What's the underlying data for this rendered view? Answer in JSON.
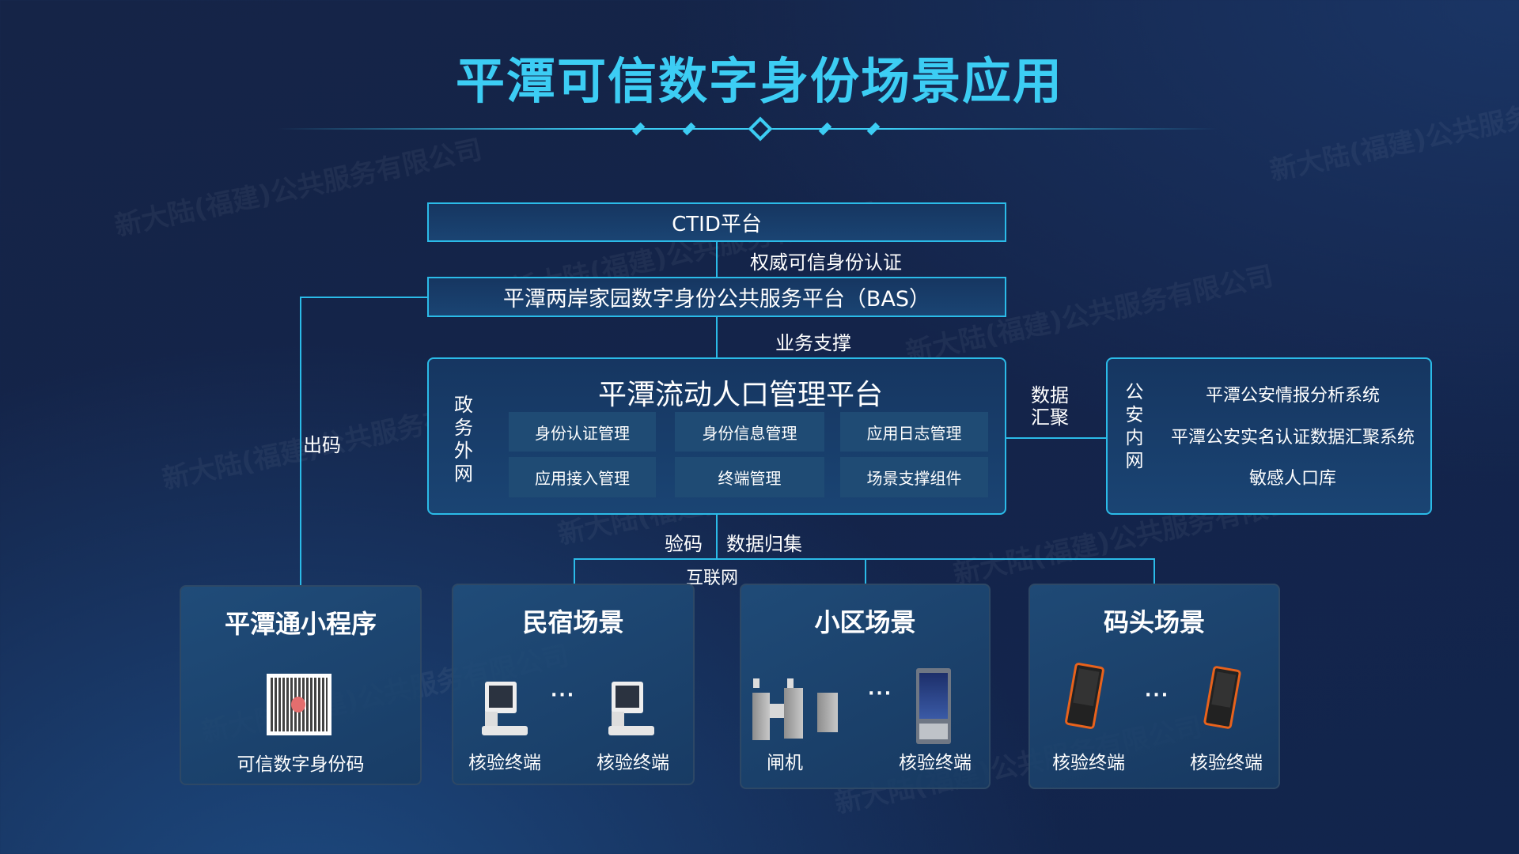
{
  "title": "平潭可信数字身份场景应用",
  "watermark": "新大陆(福建)公共服务有限公司",
  "ctid": "CTID平台",
  "ctid_link": "权威可信身份认证",
  "bas": "平潭两岸家园数字身份公共服务平台（BAS）",
  "bas_link": "业务支撑",
  "platform": {
    "title": "平潭流动人口管理平台",
    "network": "政务外网",
    "modules": [
      "身份认证管理",
      "身份信息管理",
      "应用日志管理",
      "应用接入管理",
      "终端管理",
      "场景支撑组件"
    ]
  },
  "aggregate_link": "数据汇聚",
  "police": {
    "network": "公安内网",
    "systems": [
      "平潭公安情报分析系统",
      "平潭公安实名认证数据汇聚系统",
      "敏感人口库"
    ]
  },
  "issue_link": "出码",
  "verify_link": "验码",
  "collect_link": "数据归集",
  "internet_link": "互联网",
  "ellipsis": "···",
  "scenes": [
    {
      "title": "平潭通小程序",
      "items": [
        "可信数字身份码"
      ]
    },
    {
      "title": "民宿场景",
      "items": [
        "核验终端",
        "核验终端"
      ]
    },
    {
      "title": "小区场景",
      "items": [
        "闸机",
        "核验终端"
      ]
    },
    {
      "title": "码头场景",
      "items": [
        "核验终端",
        "核验终端"
      ]
    }
  ],
  "colors": {
    "accent": "#3ccdf4",
    "line": "#2bbbe8",
    "background": "#14244a"
  }
}
